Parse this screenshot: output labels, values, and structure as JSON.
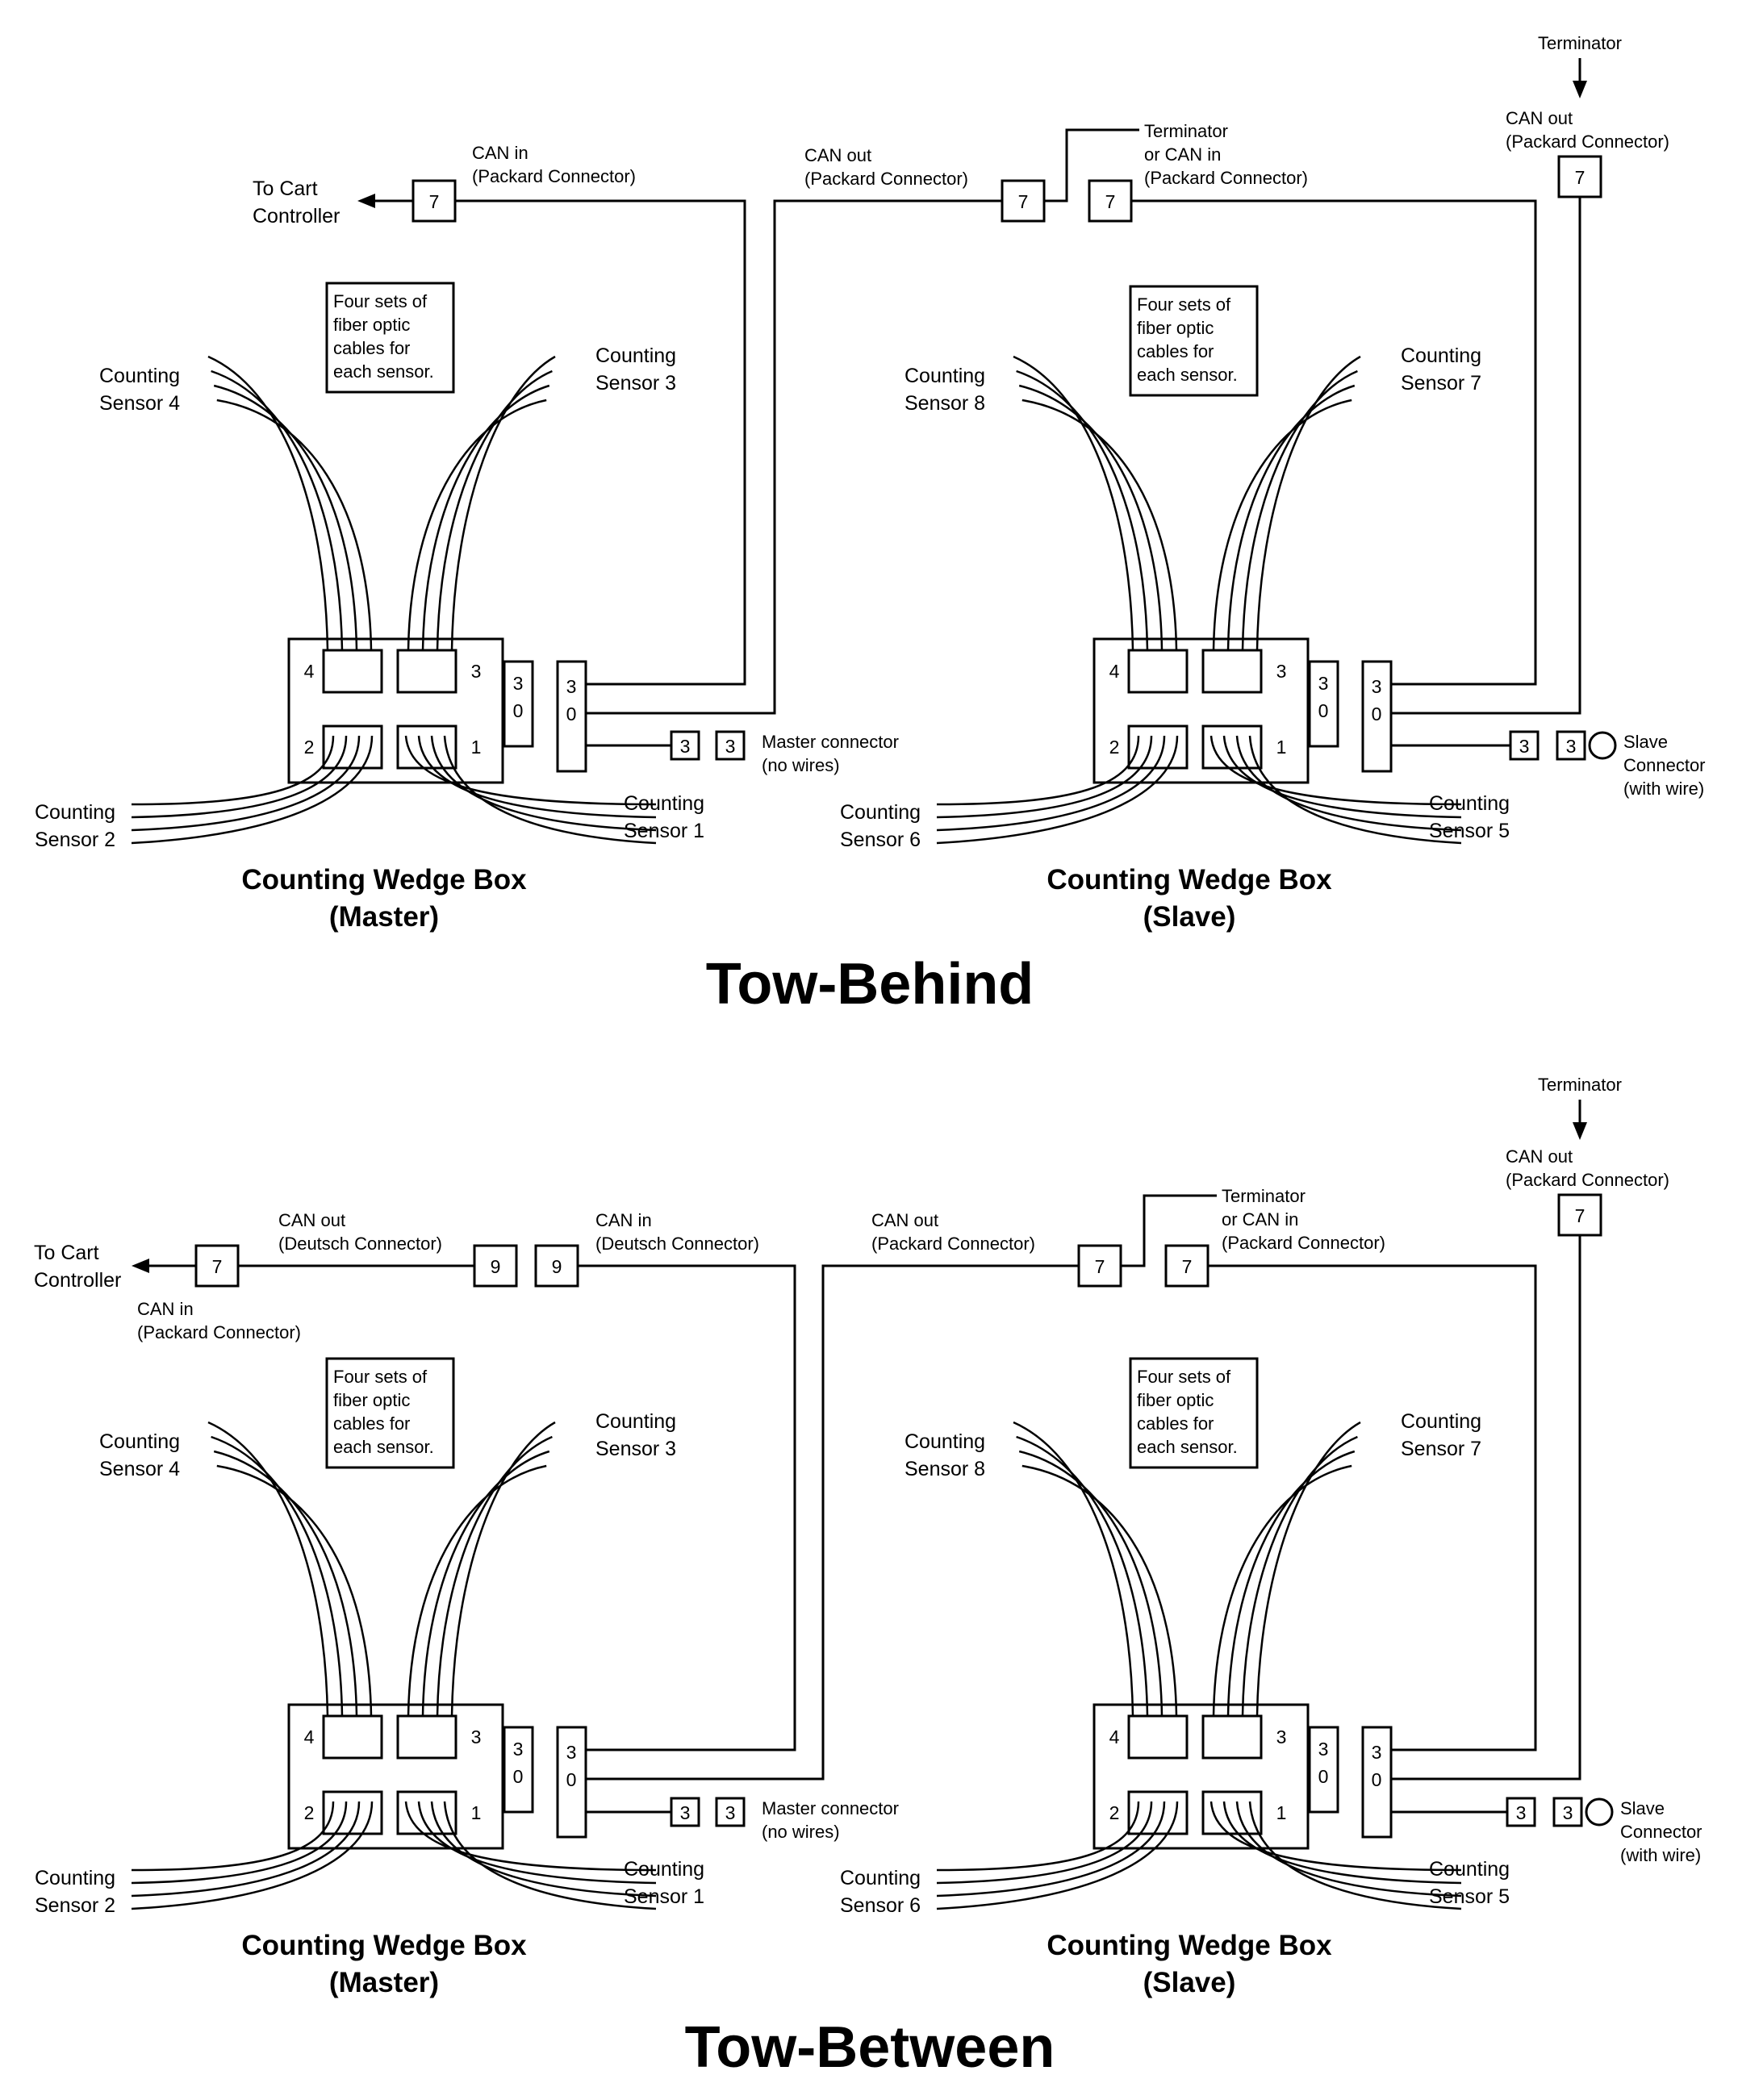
{
  "connector_codes": {
    "packard": "7",
    "deutsch": "9",
    "wedge": "3",
    "main": "3\n0"
  },
  "port_numbers": [
    "1",
    "2",
    "3",
    "4"
  ],
  "tow_behind": {
    "title": "Tow-Behind",
    "to_cart_controller": "To Cart\nController",
    "can_in_packard": "CAN in\n(Packard Connector)",
    "can_out_packard": "CAN out\n(Packard Connector)",
    "terminator_or_can_in": "Terminator\nor CAN in\n(Packard Connector)",
    "terminator": "Terminator",
    "can_out_right": "CAN out\n(Packard Connector)",
    "master_connector": "Master connector\n(no wires)",
    "slave_connector": "Slave\nConnector\n(with wire)",
    "fiber_note_master": "Four sets of\nfiber optic\ncables for\neach sensor.",
    "fiber_note_slave": "Four sets of\nfiber optic\ncables for\neach sensor.",
    "master": {
      "box_label": "Counting Wedge Box\n(Master)",
      "sensor_tl": "Counting\nSensor 4",
      "sensor_tr": "Counting\nSensor 3",
      "sensor_bl": "Counting\nSensor 2",
      "sensor_br": "Counting\nSensor 1"
    },
    "slave": {
      "box_label": "Counting Wedge Box\n(Slave)",
      "sensor_tl": "Counting\nSensor 8",
      "sensor_tr": "Counting\nSensor 7",
      "sensor_bl": "Counting\nSensor 6",
      "sensor_br": "Counting\nSensor 5"
    }
  },
  "tow_between": {
    "title": "Tow-Between",
    "to_cart_controller": "To Cart\nController",
    "can_in_packard": "CAN in\n(Packard Connector)",
    "can_out_deutsch": "CAN out\n(Deutsch Connector)",
    "can_in_deutsch": "CAN in\n(Deutsch Connector)",
    "can_out_packard": "CAN out\n(Packard Connector)",
    "terminator_or_can_in": "Terminator\nor CAN in\n(Packard Connector)",
    "terminator": "Terminator",
    "can_out_right": "CAN out\n(Packard Connector)",
    "master_connector": "Master connector\n(no wires)",
    "slave_connector": "Slave\nConnector\n(with wire)",
    "fiber_note_master": "Four sets of\nfiber optic\ncables for\neach sensor.",
    "fiber_note_slave": "Four sets of\nfiber optic\ncables for\neach sensor.",
    "master": {
      "box_label": "Counting Wedge Box\n(Master)",
      "sensor_tl": "Counting\nSensor 4",
      "sensor_tr": "Counting\nSensor 3",
      "sensor_bl": "Counting\nSensor 2",
      "sensor_br": "Counting\nSensor 1"
    },
    "slave": {
      "box_label": "Counting Wedge Box\n(Slave)",
      "sensor_tl": "Counting\nSensor 8",
      "sensor_tr": "Counting\nSensor 7",
      "sensor_bl": "Counting\nSensor 6",
      "sensor_br": "Counting\nSensor 5"
    }
  }
}
